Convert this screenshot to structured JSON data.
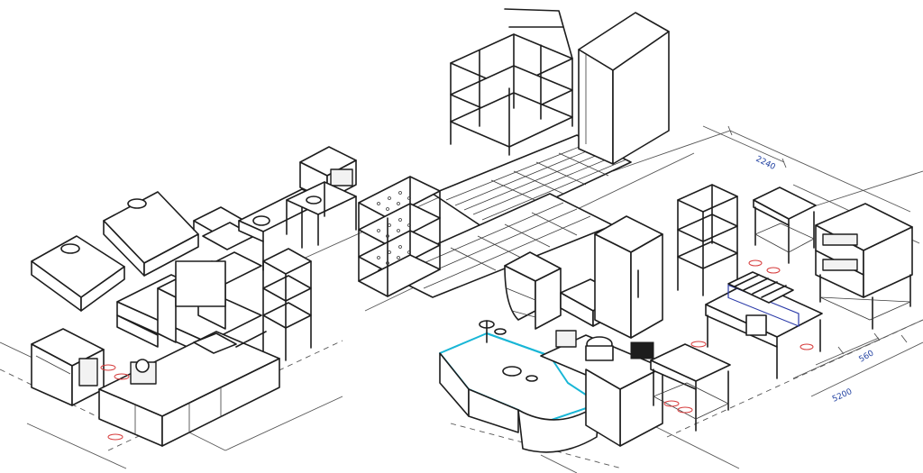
{
  "dimensions": {
    "d1": "2240",
    "d2": "560",
    "d3": "5200"
  },
  "colors": {
    "line": "#1d1d1d",
    "counter_highlight": "#19b6d6",
    "connection_marks": "#d63a3a",
    "dimension_text": "#1f3fa0"
  }
}
